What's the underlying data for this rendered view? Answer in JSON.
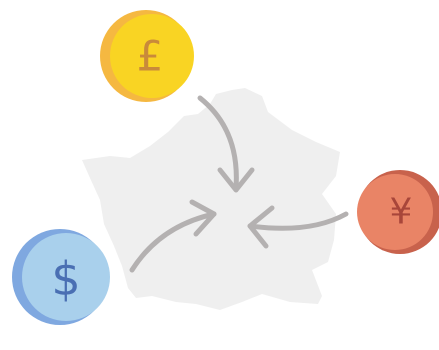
{
  "illustration": {
    "map_icon": "france-map-silhouette",
    "coins": [
      {
        "name": "pound",
        "symbol": "£",
        "icon": "pound-coin-icon",
        "face_color": "#F9D423",
        "rim_color": "#F5B841",
        "symbol_color": "#C98A3A"
      },
      {
        "name": "yen",
        "symbol": "¥",
        "icon": "yen-coin-icon",
        "face_color": "#E98466",
        "rim_color": "#C8624C",
        "symbol_color": "#A8463A"
      },
      {
        "name": "dollar",
        "symbol": "$",
        "icon": "dollar-coin-icon",
        "face_color": "#A9D0EC",
        "rim_color": "#7FA8E0",
        "symbol_color": "#4A6FB3"
      }
    ],
    "arrow_color": "#B4B1B1",
    "map_color": "#EFEFEF"
  }
}
